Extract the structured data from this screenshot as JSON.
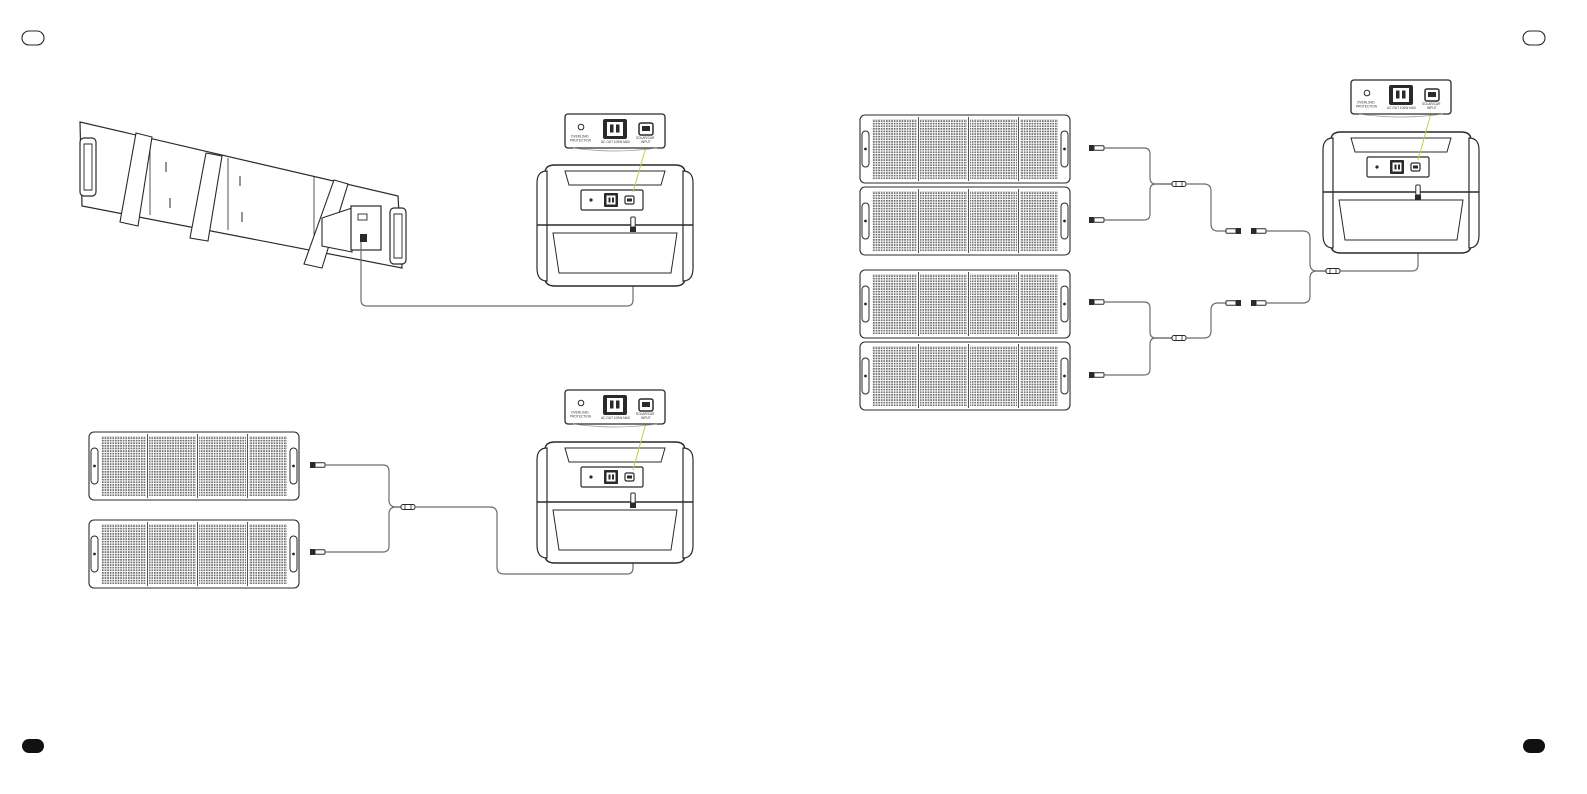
{
  "port_panel": {
    "left_label_line1": "OVERLOAD",
    "left_label_line2": "PROTECTION",
    "center_label": "AC OUT 100W MAX",
    "right_label_line1": "SOLAR/CAR",
    "right_label_line2": "INPUT"
  },
  "colors": {
    "line": "#2a2a2a",
    "cable": "#6d6d6d",
    "callout": "#b9d24a",
    "panel_cell": "#7a7a7a"
  },
  "icons": {
    "page_tab": "rounded-tab-icon",
    "y_connector": "y-branch-connector-icon",
    "plug": "dc-plug-icon"
  }
}
